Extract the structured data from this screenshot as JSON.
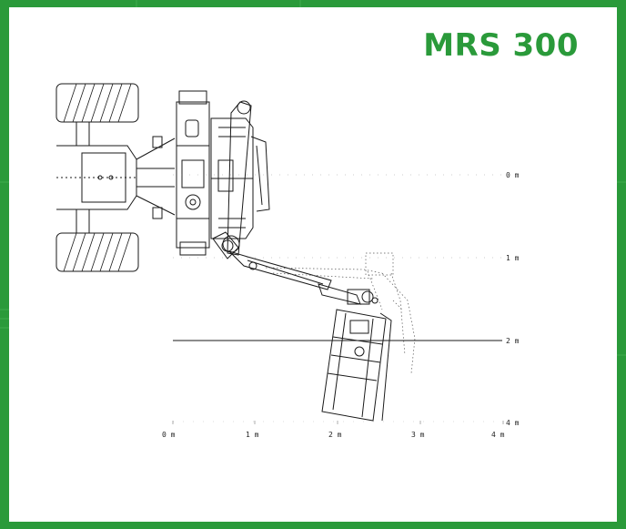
{
  "title": "MRS 300",
  "colors": {
    "border": "#2a9a3a",
    "title": "#2a9a3a",
    "panel": "#ffffff",
    "line": "#1a1a1a"
  },
  "vertical_scale": [
    {
      "label": "0 m"
    },
    {
      "label": "1 m"
    },
    {
      "label": "2 m"
    },
    {
      "label": "4 m"
    }
  ],
  "horizontal_scale": [
    {
      "label": "0 m"
    },
    {
      "label": "1 m"
    },
    {
      "label": "2 m"
    },
    {
      "label": "3 m"
    },
    {
      "label": "4 m"
    }
  ]
}
